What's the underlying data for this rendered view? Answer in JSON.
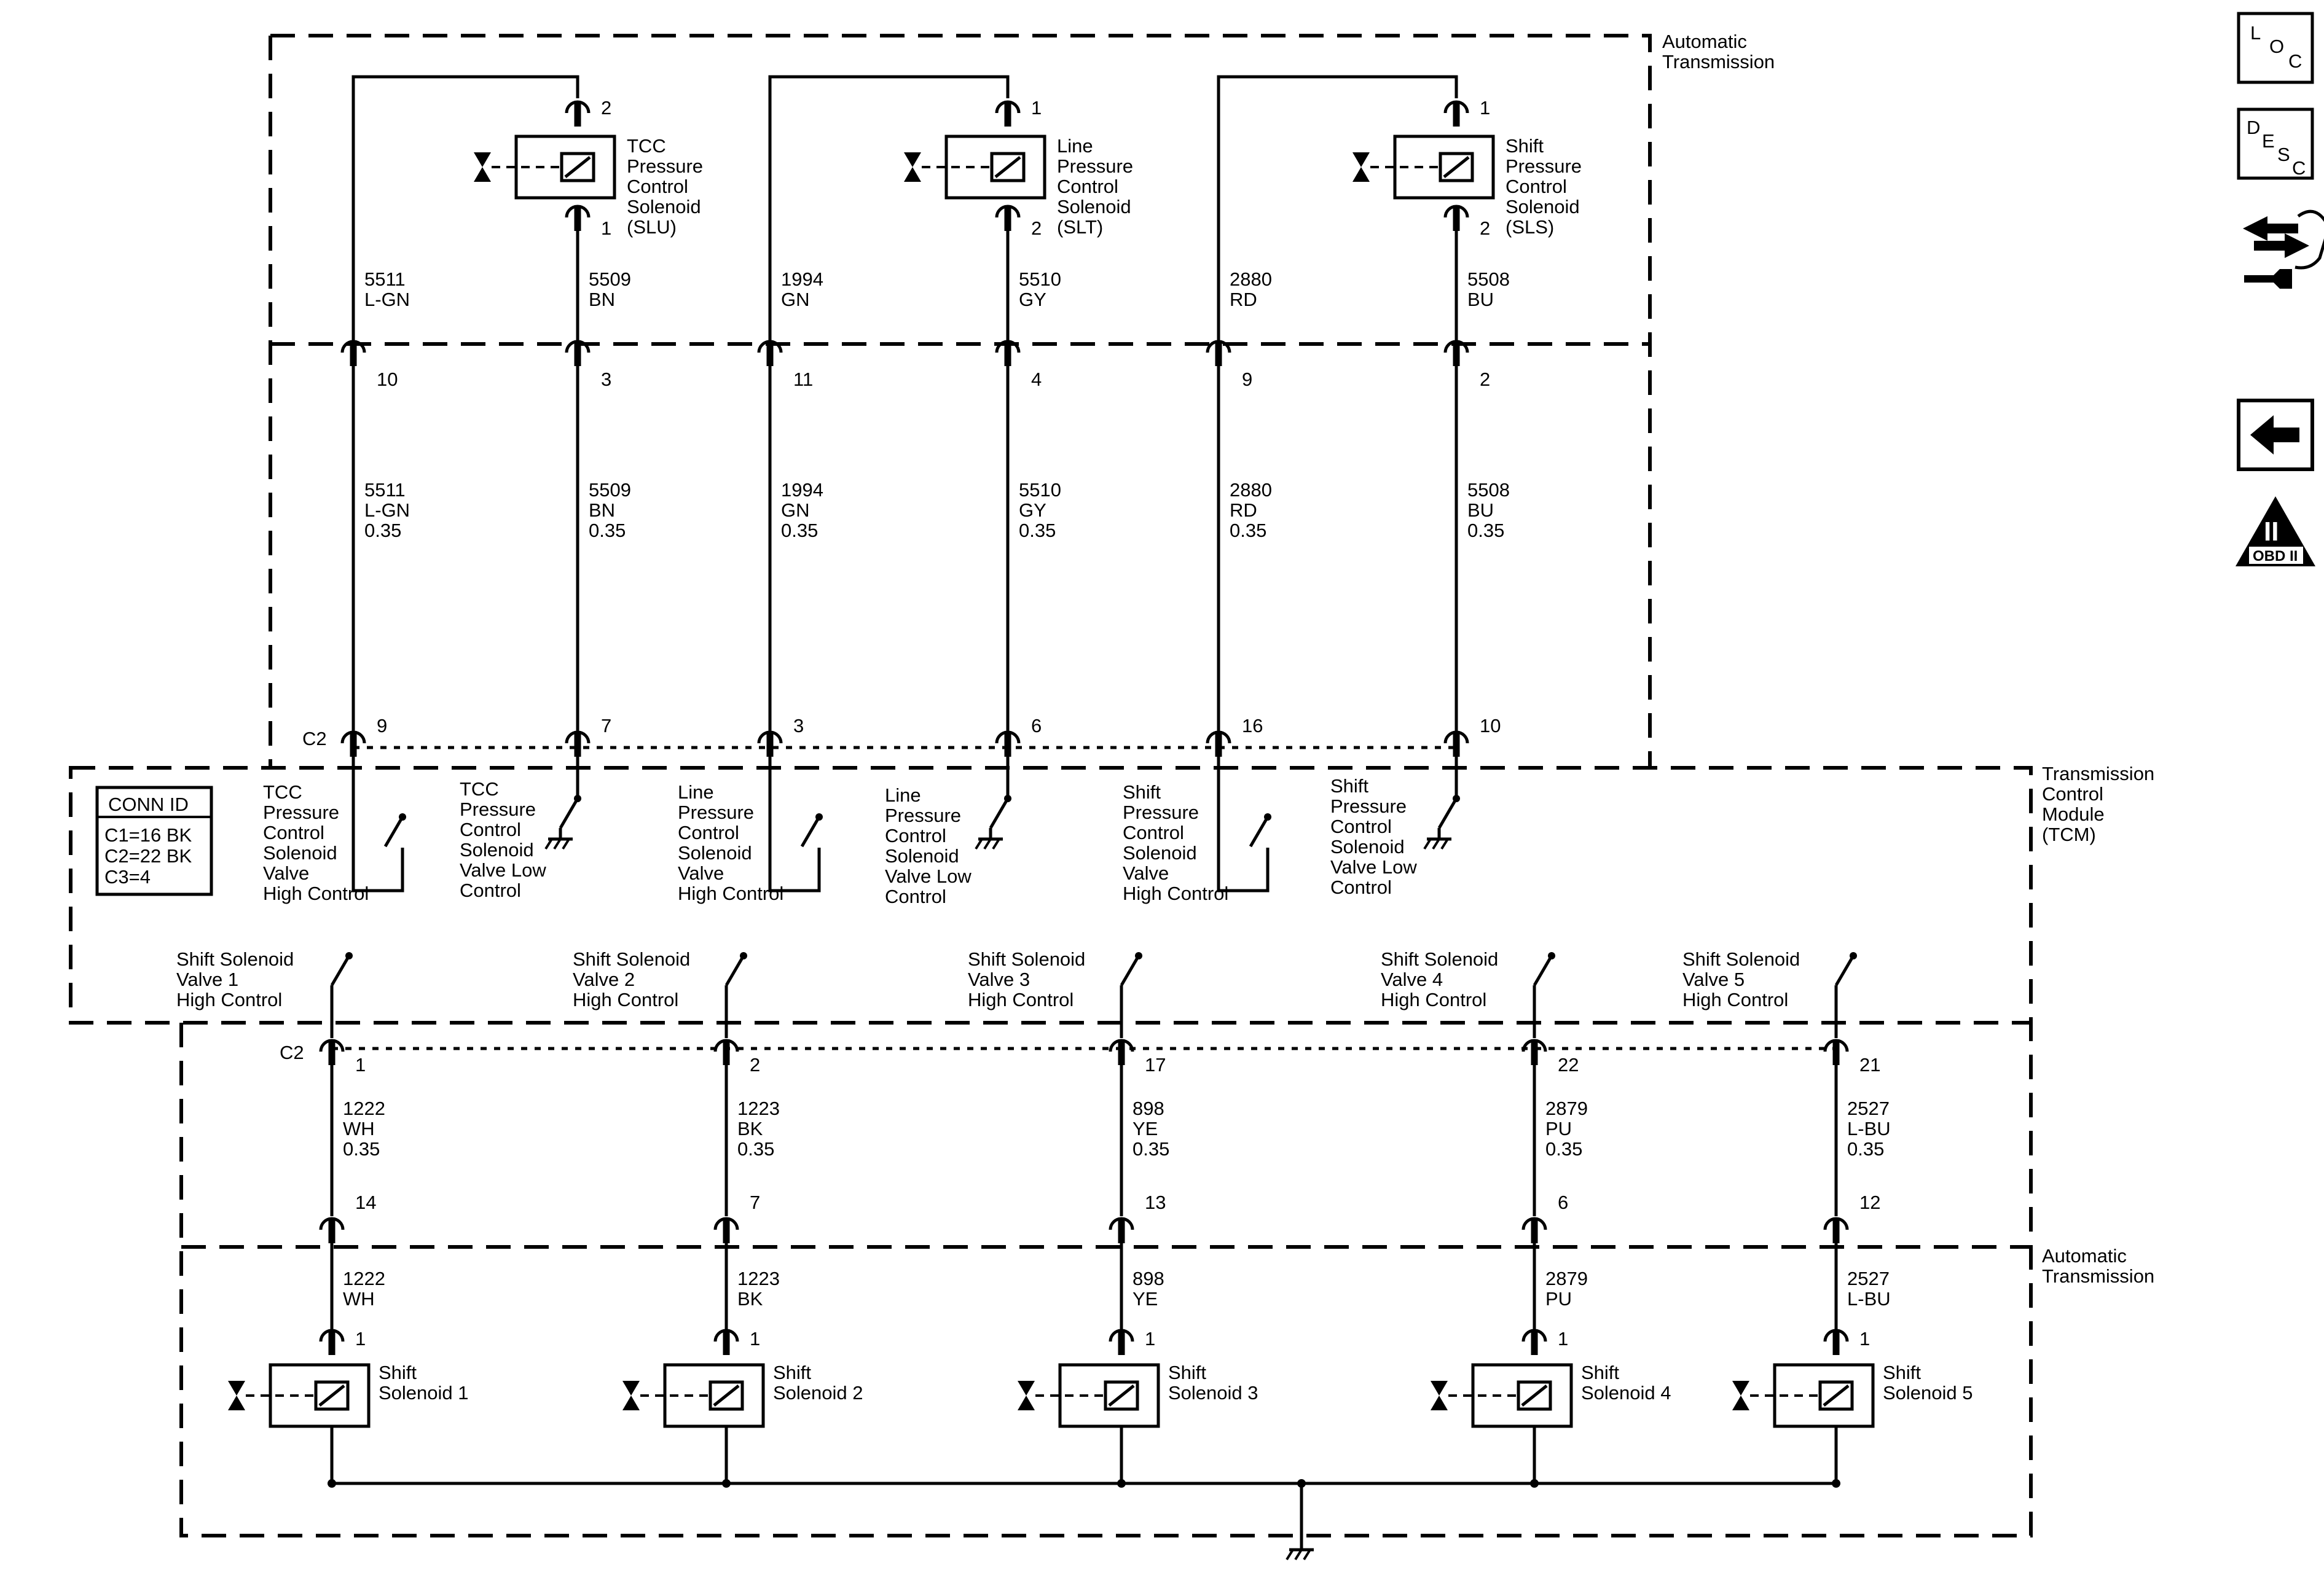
{
  "zones": {
    "auto_trans_top": "Automatic Transmission",
    "tcm": "Transmission Control Module (TCM)",
    "auto_trans_bottom": "Automatic Transmission"
  },
  "conn_id": {
    "title": "CONN ID",
    "c1": "C1=16 BK",
    "c2": "C2=22 BK",
    "c3": "C3=4"
  },
  "top_solenoids": [
    {
      "name": "TCC Pressure Control Solenoid (SLU)",
      "pin_top": "2",
      "pin_bottom": "1",
      "left_wire": {
        "circuit": "5511",
        "color": "L-GN",
        "gauge": "0.35",
        "conn_pin": "10",
        "tcm_pin": "9"
      },
      "right_wire": {
        "circuit": "5509",
        "color": "BN",
        "gauge": "0.35",
        "conn_pin": "3",
        "tcm_pin": "7"
      }
    },
    {
      "name": "Line Pressure Control Solenoid (SLT)",
      "pin_top": "1",
      "pin_bottom": "2",
      "left_wire": {
        "circuit": "1994",
        "color": "GN",
        "gauge": "0.35",
        "conn_pin": "11",
        "tcm_pin": "3"
      },
      "right_wire": {
        "circuit": "5510",
        "color": "GY",
        "gauge": "0.35",
        "conn_pin": "4",
        "tcm_pin": "6"
      }
    },
    {
      "name": "Shift Pressure Control Solenoid (SLS)",
      "pin_top": "1",
      "pin_bottom": "2",
      "left_wire": {
        "circuit": "2880",
        "color": "RD",
        "gauge": "0.35",
        "conn_pin": "9",
        "tcm_pin": "16"
      },
      "right_wire": {
        "circuit": "5508",
        "color": "BU",
        "gauge": "0.35",
        "conn_pin": "2",
        "tcm_pin": "10"
      }
    }
  ],
  "tcm_connector_label": "C2",
  "tcm_top_labels": [
    "TCC Pressure Control Solenoid Valve High Control",
    "TCC Pressure Control Solenoid Valve Low Control",
    "Line Pressure Control Solenoid Valve High Control",
    "Line Pressure Control Solenoid Valve Low Control",
    "Shift Pressure Control Solenoid Valve High Control",
    "Shift Pressure Control Solenoid Valve Low Control"
  ],
  "shift_solenoids": [
    {
      "tcm_label": "Shift Solenoid Valve 1 High Control",
      "tcm_pin": "1",
      "circuit": "1222",
      "color": "WH",
      "gauge": "0.35",
      "conn_pin": "14",
      "sol_pin": "1",
      "name": "Shift Solenoid 1"
    },
    {
      "tcm_label": "Shift Solenoid Valve 2 High Control",
      "tcm_pin": "2",
      "circuit": "1223",
      "color": "BK",
      "gauge": "0.35",
      "conn_pin": "7",
      "sol_pin": "1",
      "name": "Shift Solenoid 2"
    },
    {
      "tcm_label": "Shift Solenoid Valve 3 High Control",
      "tcm_pin": "17",
      "circuit": "898",
      "color": "YE",
      "gauge": "0.35",
      "conn_pin": "13",
      "sol_pin": "1",
      "name": "Shift Solenoid 3"
    },
    {
      "tcm_label": "Shift Solenoid Valve 4 High Control",
      "tcm_pin": "22",
      "circuit": "2879",
      "color": "PU",
      "gauge": "0.35",
      "conn_pin": "6",
      "sol_pin": "1",
      "name": "Shift Solenoid 4"
    },
    {
      "tcm_label": "Shift Solenoid Valve 5 High Control",
      "tcm_pin": "21",
      "circuit": "2527",
      "color": "L-BU",
      "gauge": "0.35",
      "conn_pin": "12",
      "sol_pin": "1",
      "name": "Shift Solenoid 5"
    }
  ],
  "sidebar": {
    "loc": {
      "l": "L",
      "o": "O",
      "c": "C"
    },
    "desc": {
      "d": "D",
      "e": "E",
      "s": "S",
      "c": "C"
    },
    "obd": {
      "roman": "II",
      "label": "OBD II"
    }
  }
}
